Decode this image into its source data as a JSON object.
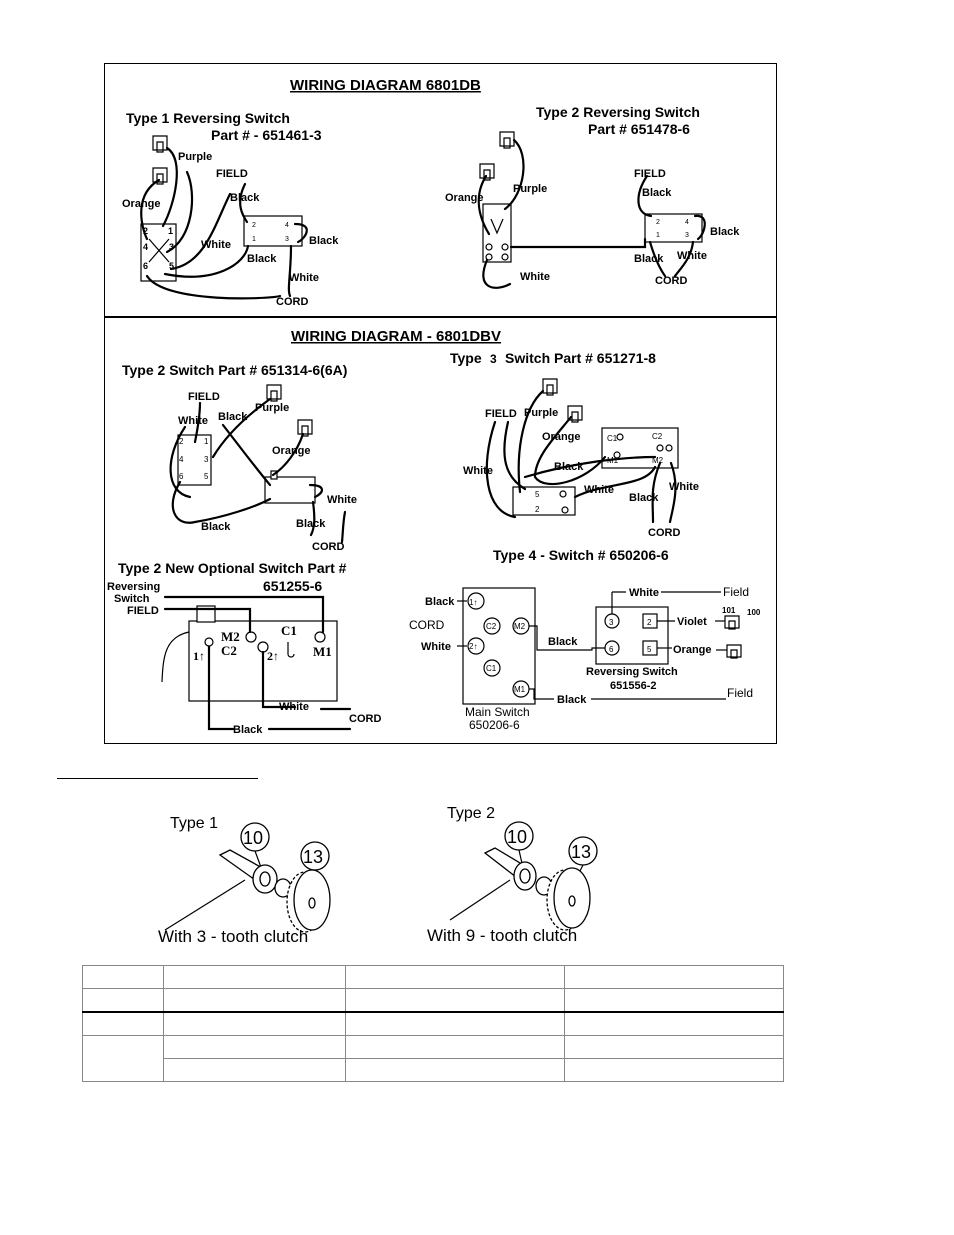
{
  "top_panel": {
    "title": "WIRING DIAGRAM  6801DB",
    "type1": {
      "heading": "Type 1 Reversing Switch",
      "part": "Part # - 651461-3",
      "labels": [
        "Purple",
        "FIELD",
        "Black",
        "Orange",
        "White",
        "Black",
        "Black",
        "White",
        "CORD"
      ],
      "terminals": [
        "2",
        "1",
        "4",
        "3",
        "6",
        "5",
        "2",
        "4",
        "1",
        "3"
      ]
    },
    "type2": {
      "heading": "Type 2 Reversing Switch",
      "part": "Part # 651478-6",
      "labels": [
        "Purple",
        "Orange",
        "FIELD",
        "Black",
        "Black",
        "Black",
        "White",
        "White",
        "CORD"
      ],
      "terminals": [
        "2",
        "4",
        "1",
        "3"
      ]
    }
  },
  "bottom_panel": {
    "title": "WIRING DIAGRAM - 6801DBV",
    "type2_switch": {
      "heading": "Type 2 Switch Part # 651314-6(6A)",
      "labels": [
        "FIELD",
        "White",
        "Black",
        "Purple",
        "Orange",
        "White",
        "Black",
        "Black",
        "CORD"
      ],
      "terminals": [
        "2",
        "1",
        "4",
        "3",
        "6",
        "5"
      ]
    },
    "type3_switch": {
      "heading_prefix": "Type",
      "heading_num": "3",
      "heading_rest": "Switch  Part # 651271-8",
      "labels": [
        "FIELD",
        "Purple",
        "Orange",
        "White",
        "Black",
        "White",
        "Black",
        "White",
        "CORD"
      ],
      "terminals": [
        "5",
        "2",
        "C1",
        "M1",
        "C2",
        "M2"
      ]
    },
    "optional_switch": {
      "heading": "Type 2 New Optional Switch Part #",
      "part": "651255-6",
      "labels": [
        "Reversing",
        "Switch",
        "FIELD",
        "M2",
        "C2",
        "C1",
        "M1",
        "1↑",
        "2↑",
        "White",
        "CORD",
        "Black"
      ]
    },
    "type4_switch": {
      "heading": "Type 4 - Switch # 650206-6",
      "main_switch": {
        "terminals": [
          "1↑",
          "C2",
          "M2",
          "2↑",
          "C1",
          "M1"
        ],
        "label": "Main Switch",
        "part": "650206-6"
      },
      "reversing_switch": {
        "terminals": [
          "3",
          "2",
          "6",
          "5"
        ],
        "label": "Reversing Switch",
        "part": "651556-2"
      },
      "labels": [
        "Black",
        "CORD",
        "White",
        "Black",
        "White",
        "Field",
        "Violet",
        "Orange",
        "Black",
        "Field"
      ],
      "small_numbers": [
        "101",
        "100"
      ]
    }
  },
  "parts_figure": {
    "type1": {
      "label": "Type  1",
      "callouts": [
        "10",
        "13"
      ],
      "caption": "With 3 - tooth clutch"
    },
    "type2": {
      "label": "Type  2",
      "callouts": [
        "10",
        "13"
      ],
      "caption": "With 9 - tooth clutch"
    }
  },
  "parts_table": {
    "rows": [
      [
        "",
        "",
        "",
        ""
      ],
      [
        "",
        "",
        "",
        ""
      ],
      [
        "",
        "",
        "",
        ""
      ],
      [
        "",
        "",
        "",
        ""
      ],
      [
        "",
        "",
        "",
        ""
      ]
    ]
  }
}
